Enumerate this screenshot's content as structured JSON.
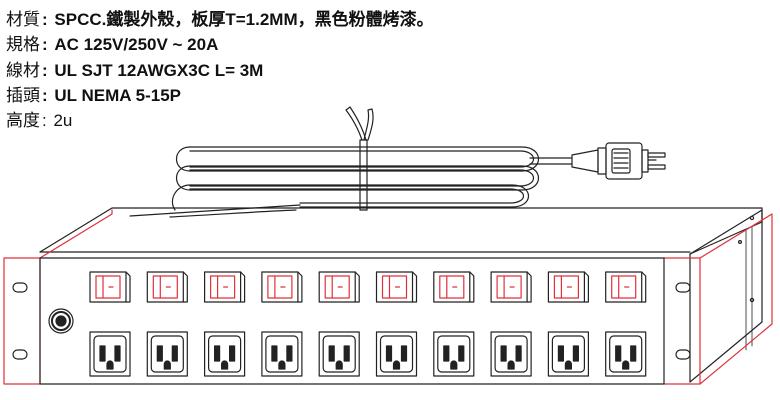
{
  "specs": [
    {
      "label": "材質",
      "value": "SPCC.鐵製外殼，板厚T=1.2MM，黑色粉體烤漆。"
    },
    {
      "label": "規格",
      "value": "AC 125V/250V ~ 20A"
    },
    {
      "label": "線材",
      "value": "UL SJT 12AWGX3C L= 3M"
    },
    {
      "label": "插頭",
      "value": "UL NEMA   5-15P"
    },
    {
      "label": "高度",
      "value": "2u"
    }
  ],
  "separator": ":",
  "drawing": {
    "switch_count": 10,
    "outlet_count": 10,
    "colors": {
      "line": "#222222",
      "accent": "#e0303a",
      "fill": "#ffffff"
    }
  }
}
